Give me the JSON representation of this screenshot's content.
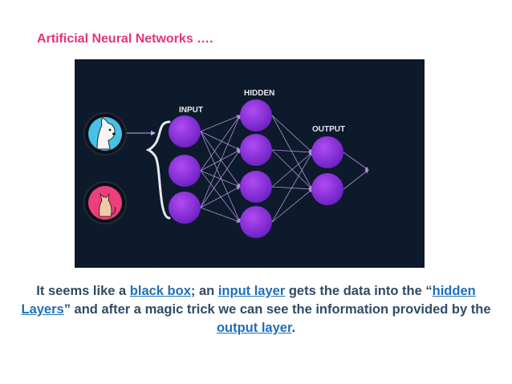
{
  "slide": {
    "title": "Artificial Neural Networks …."
  },
  "diagram": {
    "labels": {
      "input": "INPUT",
      "hidden": "HIDDEN",
      "output": "OUTPUT"
    },
    "layers": {
      "input_nodes": 3,
      "hidden_nodes": 4,
      "output_nodes": 2
    },
    "icons": [
      "dog-icon",
      "cat-icon"
    ],
    "colors": {
      "background": "#0d1a2b",
      "node": "#8c2bd9",
      "edge": "#c8a6f0",
      "dog_circle": "#46c1e8",
      "cat_circle": "#ec3f7c"
    }
  },
  "caption": {
    "t1": "It seems like a ",
    "l1": "black box",
    "t2": "; an ",
    "l2": "input layer",
    "t3": " gets the data into the “",
    "l3": "hidden",
    "l4": " Layers",
    "t4": "” and after a magic trick we can see the information provided by the ",
    "l5": "output layer",
    "t5": "."
  }
}
